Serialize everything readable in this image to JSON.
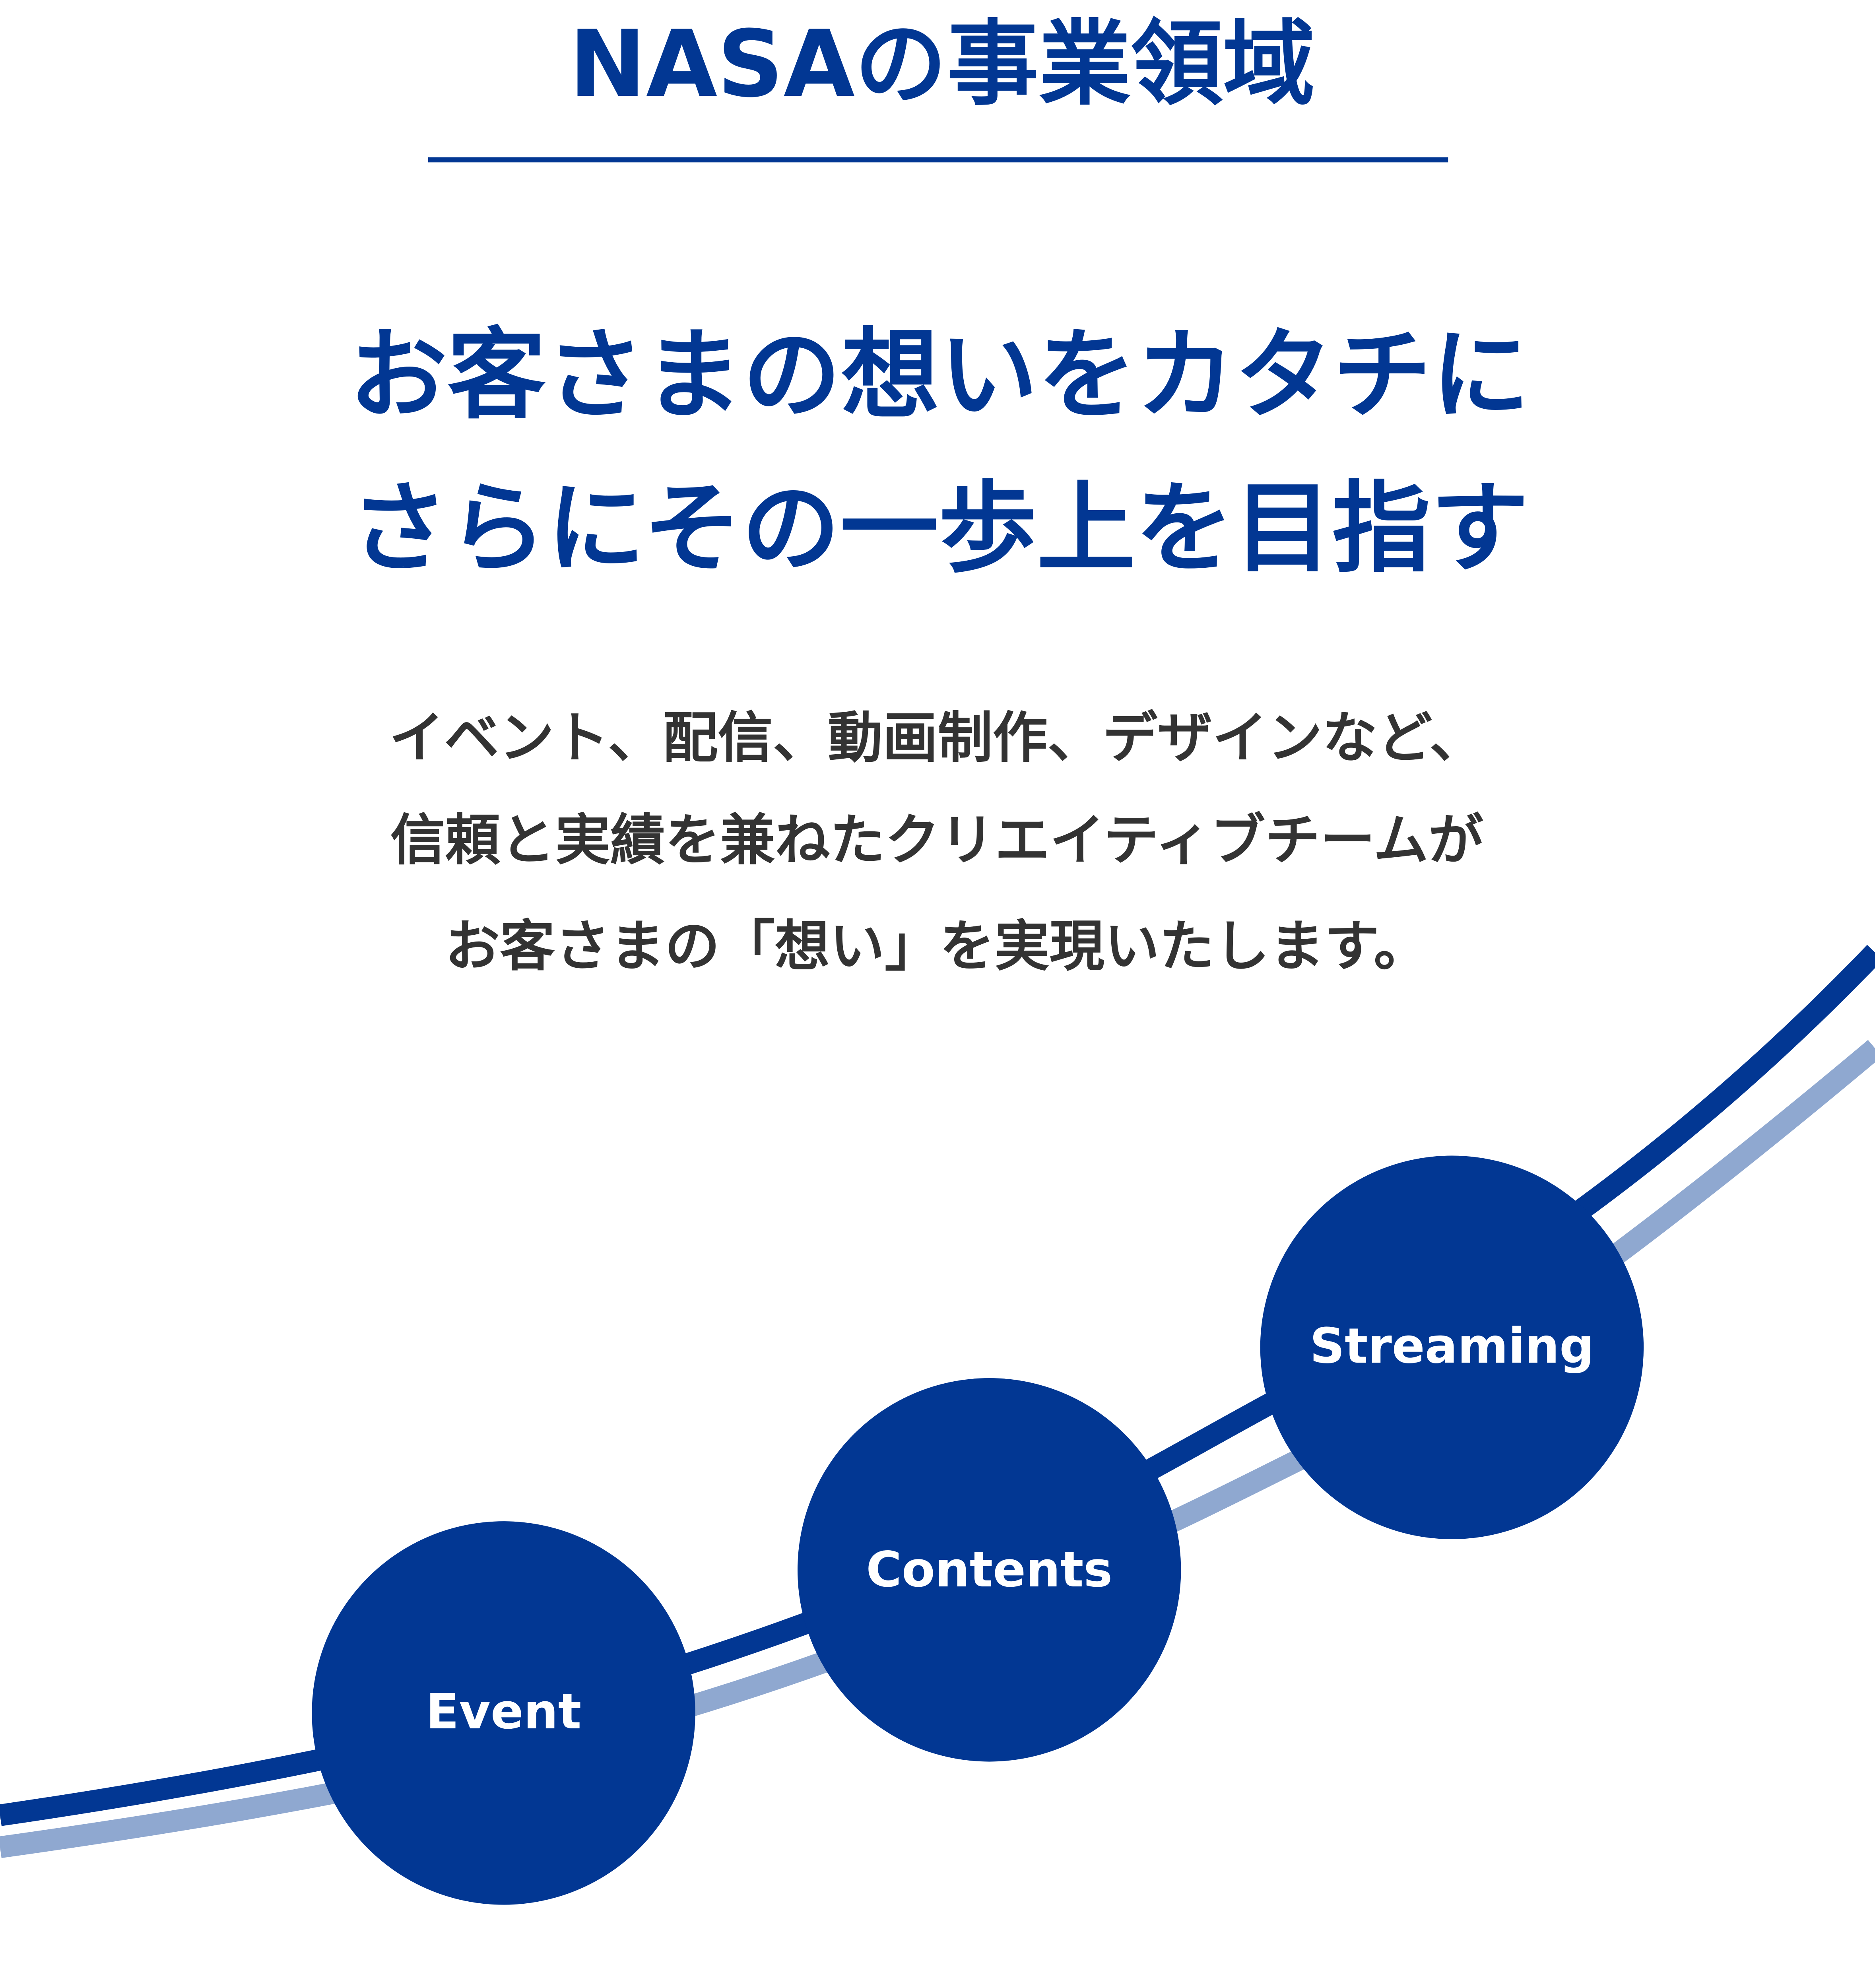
{
  "header": {
    "title": "NASAの事業領域"
  },
  "headline": {
    "line1": "お客さまの想いをカタチに",
    "line2": "さらにその一歩上を目指す"
  },
  "body": {
    "line1": "イベント、配信、動画制作、デザインなど、",
    "line2": "信頼と実績を兼ねたクリエイティブチームが",
    "line3": "お客さまの「想い」を実現いたします。"
  },
  "domains": [
    {
      "label": "Event"
    },
    {
      "label": "Contents"
    },
    {
      "label": "Streaming"
    }
  ],
  "colors": {
    "primary": "#023793",
    "accent_light": "#8fa8d0",
    "body_text": "#333333"
  }
}
